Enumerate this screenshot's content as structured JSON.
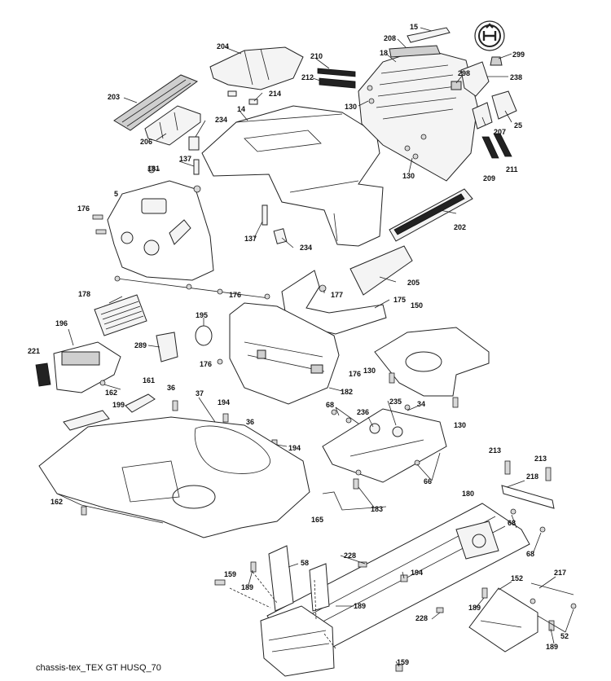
{
  "caption": "chassis-tex_TEX GT HUSQ_70",
  "labels": {
    "l15": "15",
    "l299": "299",
    "l208": "208",
    "l204": "204",
    "l210": "210",
    "l18": "18",
    "l298": "298",
    "l238": "238",
    "l212": "212",
    "l203": "203",
    "l214": "214",
    "l130a": "130",
    "l14": "14",
    "l234a": "234",
    "l25": "25",
    "l207": "207",
    "l206": "206",
    "l137a": "137",
    "l181": "181",
    "l130b": "130",
    "l209": "209",
    "l211": "211",
    "l5": "5",
    "l176a": "176",
    "l202": "202",
    "l137b": "137",
    "l234b": "234",
    "l205": "205",
    "l178": "178",
    "l176b": "176",
    "l177": "177",
    "l175": "175",
    "l150": "150",
    "l195": "195",
    "l196": "196",
    "l289": "289",
    "l221": "221",
    "l176c": "176",
    "l176d": "176",
    "l130c": "130",
    "l162a": "162",
    "l161": "161",
    "l182": "182",
    "l36a": "36",
    "l37": "37",
    "l194a": "194",
    "l68a": "68",
    "l235": "235",
    "l34": "34",
    "l199": "199",
    "l236": "236",
    "l130d": "130",
    "l36b": "36",
    "l194b": "194",
    "l213a": "213",
    "l213b": "213",
    "l218": "218",
    "l66": "66",
    "l162b": "162",
    "l180": "180",
    "l165": "165",
    "l183": "183",
    "l68b": "68",
    "l68c": "68",
    "l228a": "228",
    "l58": "58",
    "l159a": "159",
    "l189a": "189",
    "l194c": "194",
    "l217": "217",
    "l152": "152",
    "l189b": "189",
    "l189c": "189",
    "l228b": "228",
    "l52": "52",
    "l189d": "189",
    "l159b": "159"
  },
  "icons": {
    "brand_badge": "husqvarna-crown-badge-icon"
  }
}
